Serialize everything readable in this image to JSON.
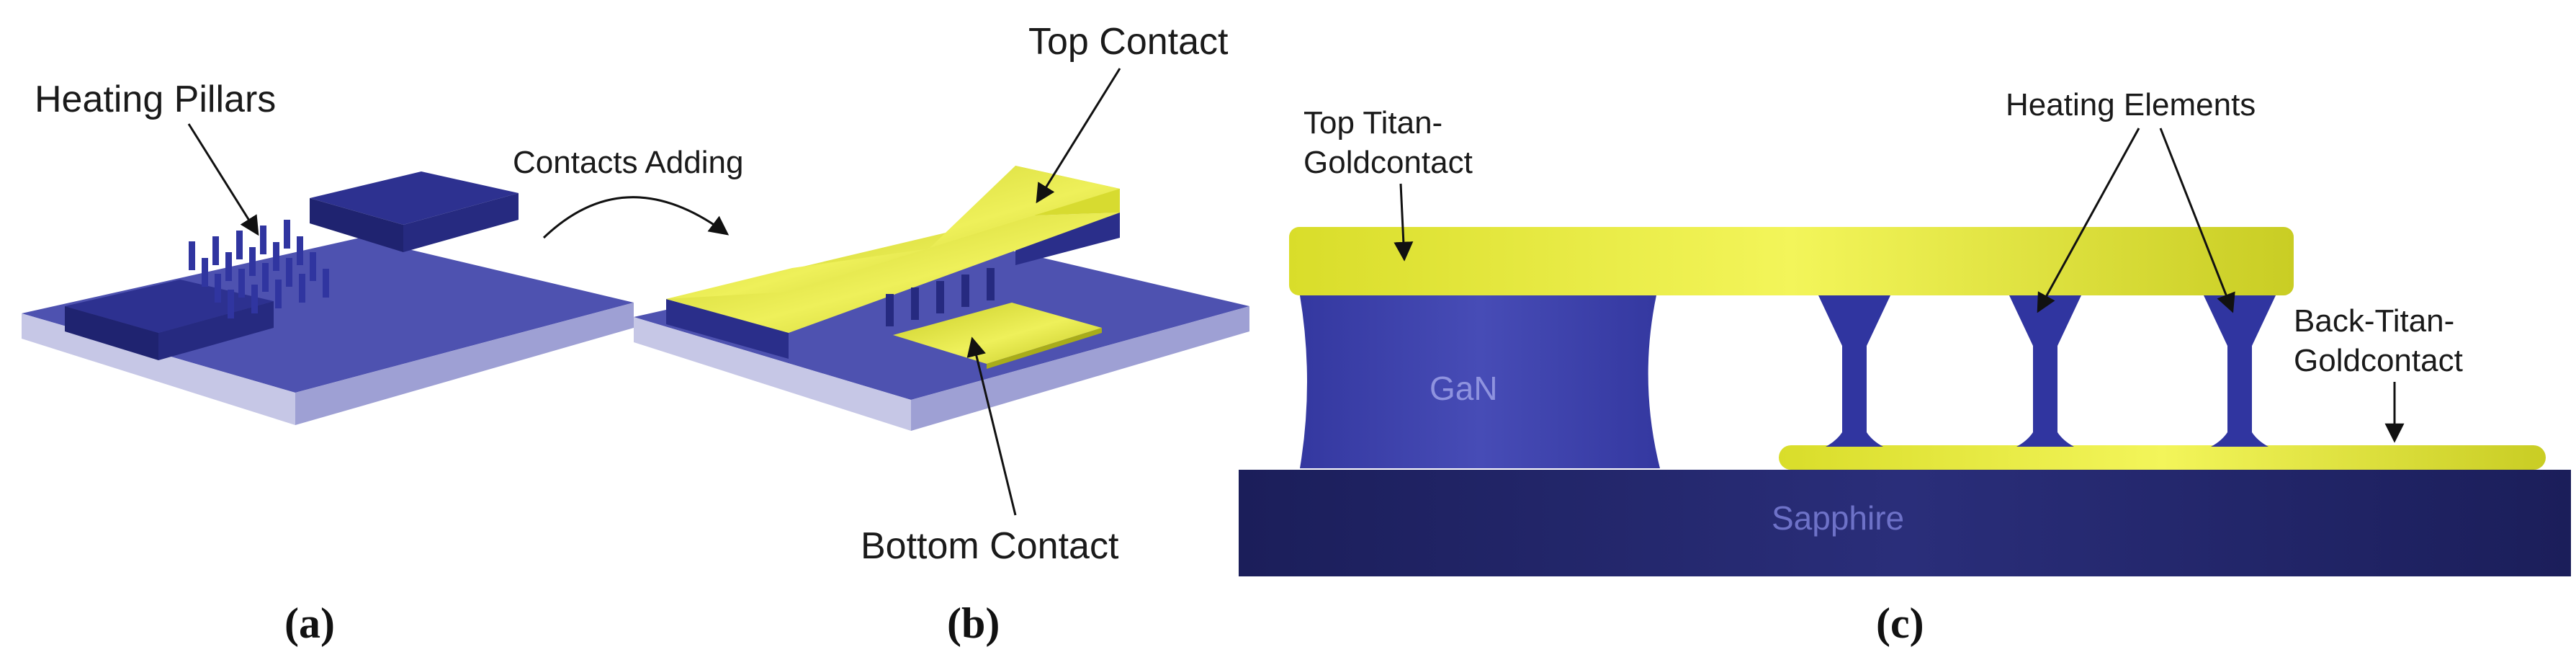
{
  "panel_a": {
    "label_pillars": "Heating Pillars",
    "caption": "(a)"
  },
  "transition": {
    "label": "Contacts Adding"
  },
  "panel_b": {
    "label_top": "Top Contact",
    "label_bottom": "Bottom Contact",
    "caption": "(b)"
  },
  "panel_c": {
    "label_top_contact_line1": "Top Titan-",
    "label_top_contact_line2": "Goldcontact",
    "label_heating": "Heating Elements",
    "label_back_line1": "Back-Titan-",
    "label_back_line2": "Goldcontact",
    "label_gan": "GaN",
    "label_sapphire": "Sapphire",
    "caption": "(c)"
  },
  "colors": {
    "gan": "#3a3f9e",
    "gan_dark": "#262a7a",
    "sapphire": "#1f2263",
    "substrate_light": "#5b5fb8",
    "gold": "#e6ea3a",
    "gold_dark": "#b7bb1e"
  }
}
